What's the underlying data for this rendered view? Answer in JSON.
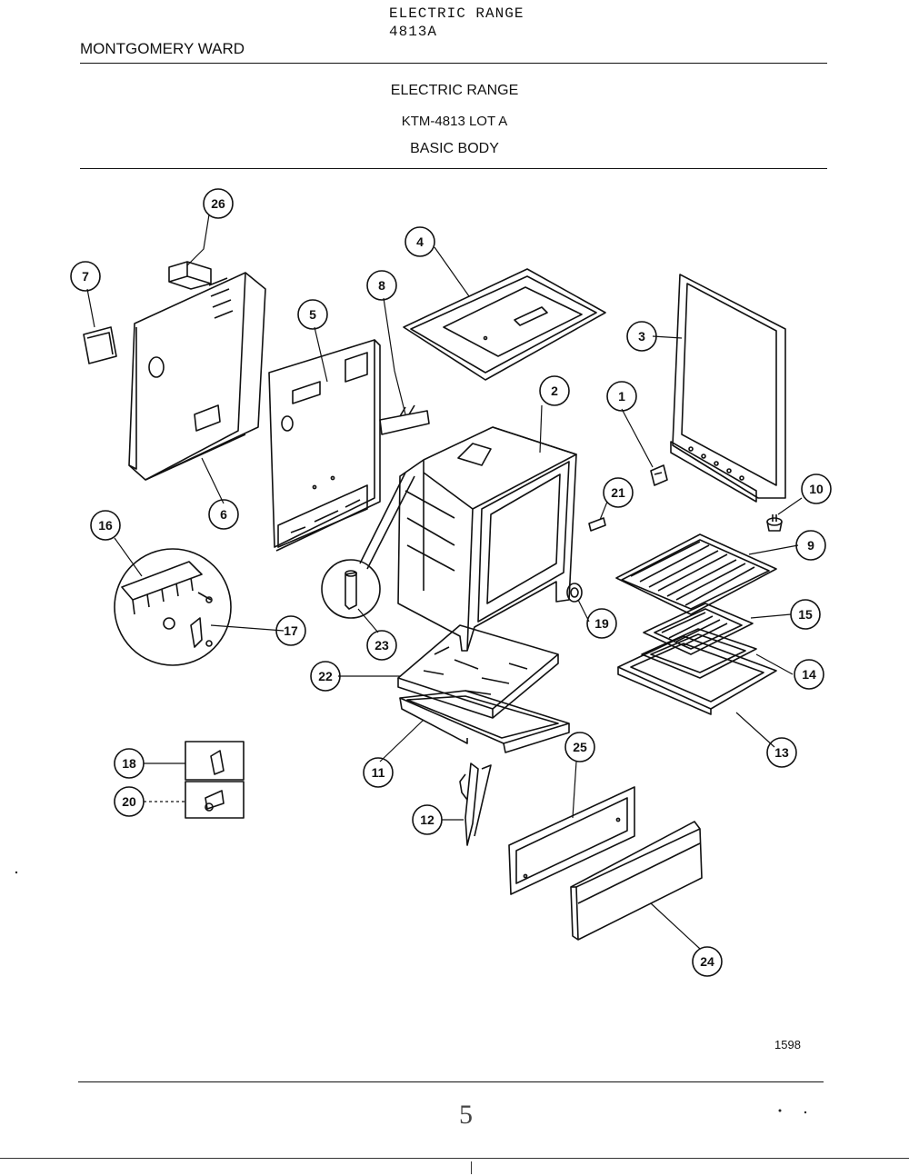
{
  "header": {
    "typed_title_line1": "ELECTRIC RANGE",
    "typed_title_line2": "4813A",
    "brand": "MONTGOMERY WARD",
    "title": "ELECTRIC RANGE",
    "model": "KTM-4813 LOT A",
    "section": "BASIC BODY"
  },
  "callouts": [
    "1",
    "2",
    "3",
    "4",
    "5",
    "6",
    "7",
    "8",
    "9",
    "10",
    "11",
    "12",
    "13",
    "14",
    "15",
    "16",
    "17",
    "18",
    "19",
    "20",
    "21",
    "22",
    "23",
    "24",
    "25",
    "26"
  ],
  "footer": {
    "code": "1598",
    "page_mark": "5"
  }
}
